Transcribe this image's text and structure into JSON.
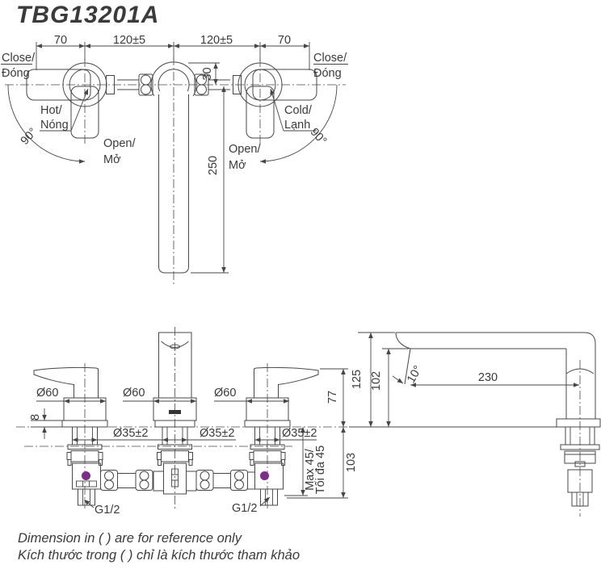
{
  "title": "TBG13201A",
  "colors": {
    "line": "#474747",
    "text": "#3a3a3a",
    "logo_dot": "#7b2f87"
  },
  "top_view": {
    "dim_left_offset": "70",
    "dim_left_spacing": "120±5",
    "dim_right_spacing": "120±5",
    "dim_right_offset": "70",
    "close_left_line1": "Close/",
    "close_left_line2": "Đóng",
    "close_right_line1": "Close/",
    "close_right_line2": "Đóng",
    "hot_line1": "Hot/",
    "hot_line2": "Nóng",
    "cold_line1": "Cold/",
    "cold_line2": "Lạnh",
    "open_left_line1": "Open/",
    "open_left_line2": "Mở",
    "open_right_line1": "Open/",
    "open_right_line2": "Mở",
    "angle_left": "90°",
    "angle_right": "90°",
    "dim_rise": "30",
    "dim_spout_length": "250"
  },
  "front_view": {
    "dim_dia_handle_left": "Ø60",
    "dim_dia_spout": "Ø60",
    "dim_dia_handle_right": "Ø60",
    "dim_dia_shank_left": "Ø35±2",
    "dim_dia_shank_center": "Ø35±2",
    "dim_dia_shank_right": "Ø35±2",
    "dim_flange_height": "8",
    "dim_handle_height": "77",
    "dim_below_deck": "103",
    "dim_max_thickness_line1": "Max 45/",
    "dim_max_thickness_line2": "Tối đa 45",
    "thread_left": "G1/2",
    "thread_right": "G1/2"
  },
  "side_view": {
    "dim_total_height": "125",
    "dim_spout_height": "102",
    "dim_spout_angle": "10°",
    "dim_spout_reach": "230"
  },
  "footer": {
    "line1": "Dimension in ( ) are for reference only",
    "line2": "Kích thước trong ( ) chỉ là kích thước tham khảo"
  }
}
